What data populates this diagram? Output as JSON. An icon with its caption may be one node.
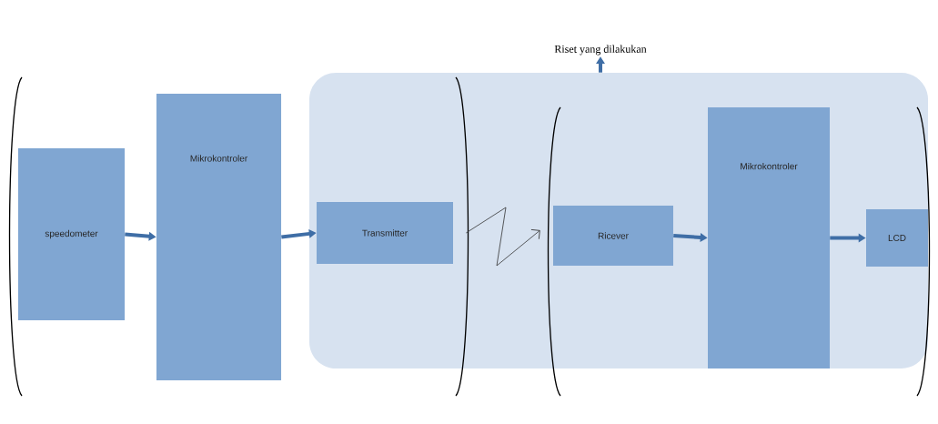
{
  "diagram": {
    "nodes": [
      {
        "text": [
          "Riset yang dilakukan"
        ]
      },
      {
        "text": [
          "speedometer"
        ]
      },
      {
        "text": [
          "Mikrokontroler"
        ]
      },
      {
        "text": [],
        "shape": "box"
      },
      {
        "text": [
          "Transmitter"
        ],
        "in": 3
      },
      {
        "text": [
          "Ricever"
        ],
        "in": 3
      },
      {
        "text": [
          "Mikrokontroler"
        ],
        "in": 3
      },
      {
        "text": [
          "LCD"
        ],
        "in": 3
      }
    ],
    "edges": [
      {
        "from": 1,
        "to": 2,
        "arrow": "to"
      },
      {
        "from": 2,
        "to": 4,
        "arrow": "to"
      },
      {
        "from": 4,
        "to": 5,
        "arrow": "to",
        "color": "#333333"
      },
      {
        "from": 5,
        "to": 6,
        "arrow": "to"
      },
      {
        "from": 6,
        "to": 7,
        "arrow": "to"
      },
      {
        "from": 3,
        "to": 0,
        "arrow": "to"
      }
    ]
  }
}
